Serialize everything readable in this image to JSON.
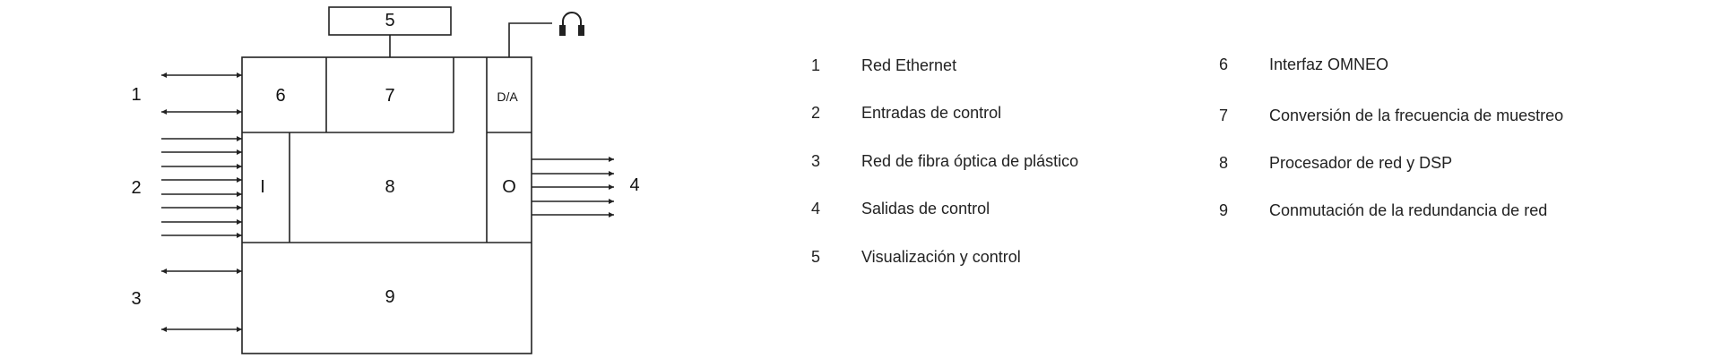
{
  "diagram": {
    "blocks": {
      "b5": "5",
      "b6": "6",
      "b7": "7",
      "b8": "8",
      "b9": "9",
      "bI": "I",
      "bO": "O",
      "bDA": "D/A"
    },
    "side_labels": {
      "s1": "1",
      "s2": "2",
      "s3": "3",
      "s4": "4"
    },
    "headphone_icon": "headphones-icon",
    "line_color": "#222222"
  },
  "legend": {
    "left": [
      {
        "num": "1",
        "text": "Red Ethernet"
      },
      {
        "num": "2",
        "text": "Entradas de control"
      },
      {
        "num": "3",
        "text": "Red de fibra óptica de plástico"
      },
      {
        "num": "4",
        "text": "Salidas de control"
      },
      {
        "num": "5",
        "text": "Visualización y control"
      }
    ],
    "right": [
      {
        "num": "6",
        "text": "Interfaz OMNEO"
      },
      {
        "num": "7",
        "text": "Conversión de la frecuencia de muestreo"
      },
      {
        "num": "8",
        "text": "Procesador de red y DSP"
      },
      {
        "num": "9",
        "text": "Conmutación de la redundancia de red"
      }
    ]
  }
}
